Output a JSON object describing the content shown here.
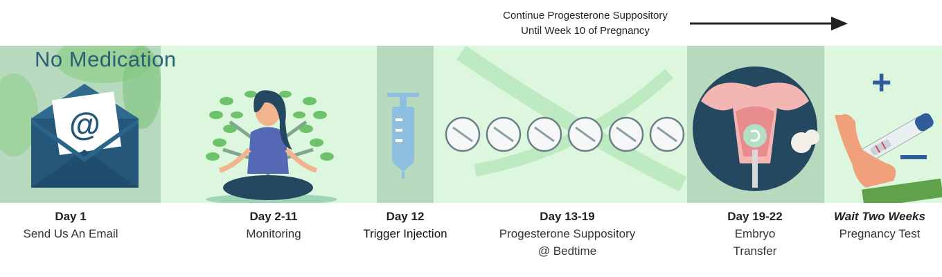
{
  "banner": {
    "line1": "Continue Progesterone Suppository",
    "line2": "Until Week 10 of Pregnancy"
  },
  "no_medication": "No Medication",
  "email_symbol": "@",
  "test_plus": "+",
  "steps": [
    {
      "day": "Day 1",
      "desc": "Send Us An Email"
    },
    {
      "day": "Day 2-11",
      "desc": "Monitoring"
    },
    {
      "day": "Day 12",
      "desc": "Trigger Injection"
    },
    {
      "day": "Day 13-19",
      "desc": "Progesterone Suppository",
      "desc2": "@ Bedtime"
    },
    {
      "day": "Day 19-22",
      "desc": "Embryo",
      "desc2": "Transfer"
    },
    {
      "day": "Wait Two Weeks",
      "desc": "Pregnancy Test"
    }
  ],
  "colors": {
    "panel_dark": "#b7d9bd",
    "panel_light": "#dcf7de",
    "navy": "#2d5f73",
    "leaf": "#6cc36a",
    "syringe": "#8fbfe0"
  }
}
